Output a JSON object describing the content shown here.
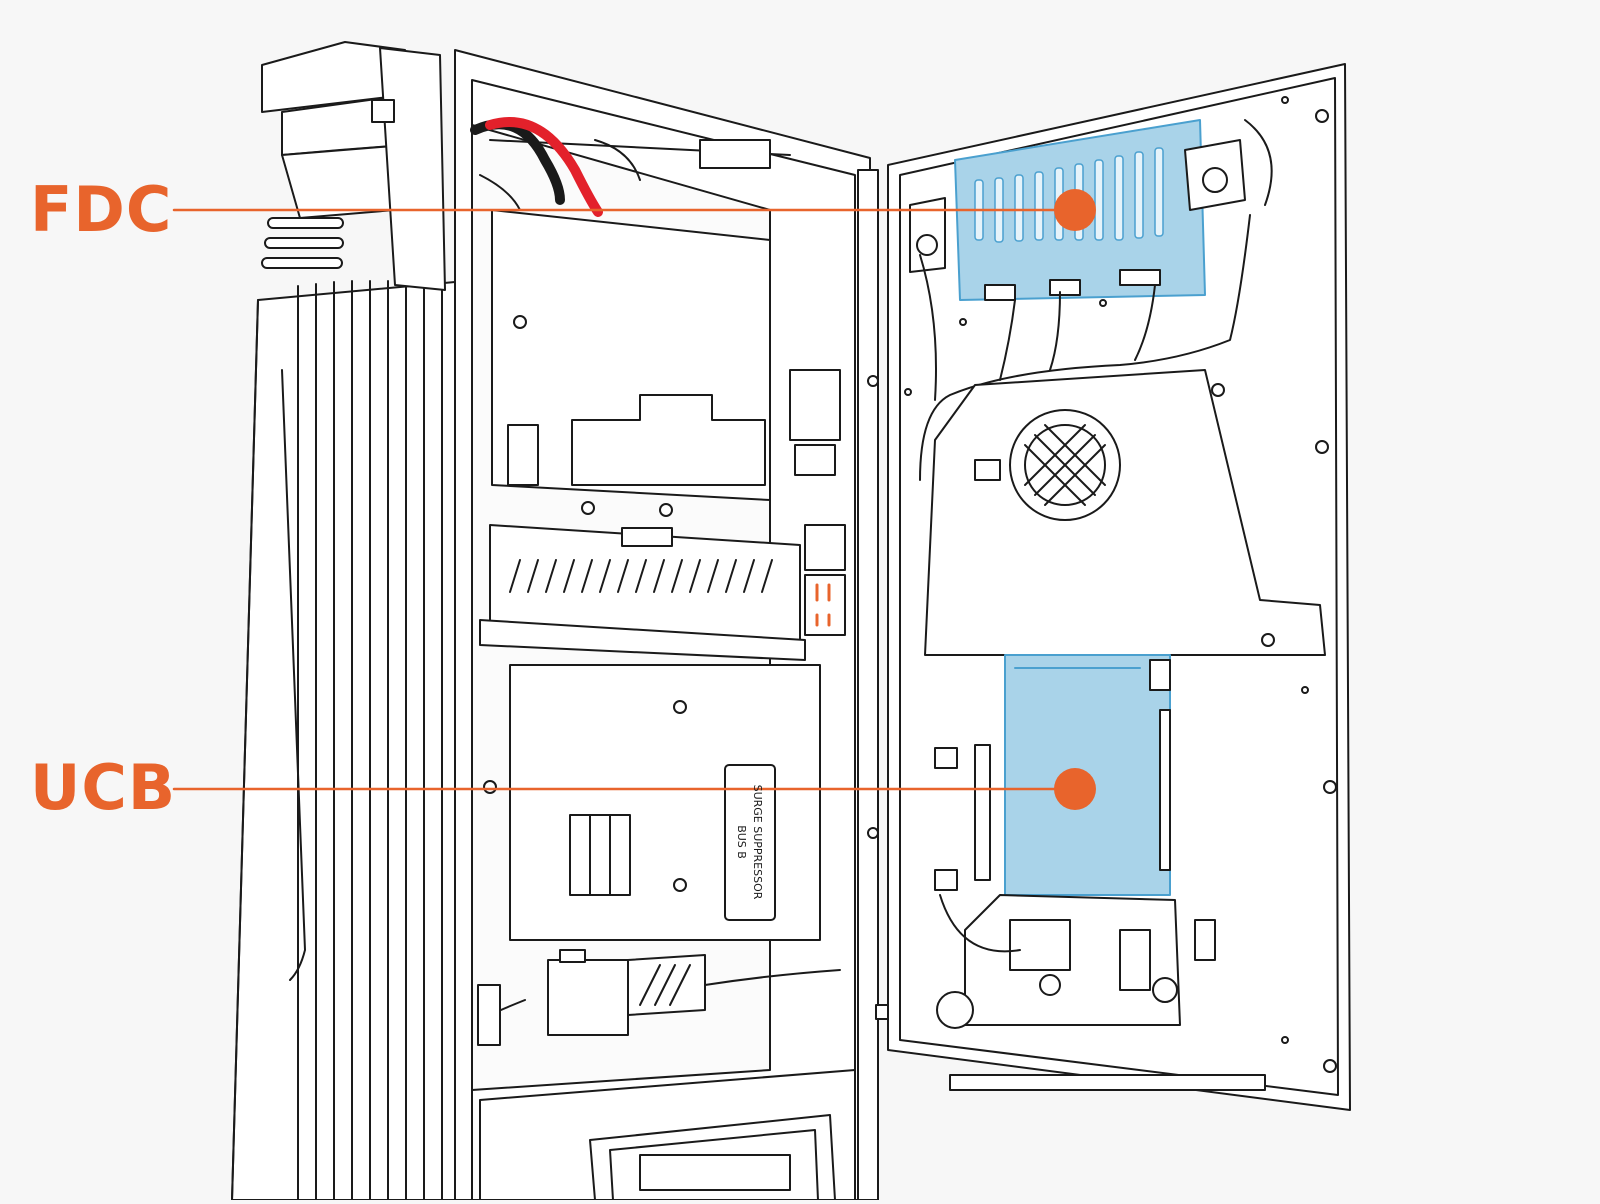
{
  "colors": {
    "accent": "#e8642c",
    "highlight_fill": "#a9d3e9",
    "highlight_stroke": "#4aa0cf",
    "line": "#1a1a1a",
    "panel_fill": "#ffffff",
    "background": "#f7f7f7"
  },
  "callouts": [
    {
      "id": "fdc",
      "label": "FDC",
      "icon": "callout-dot-icon"
    },
    {
      "id": "ucb",
      "label": "UCB",
      "icon": "callout-dot-icon"
    }
  ],
  "placard": {
    "line1": "SURGE SUPPRESSOR",
    "line2": "BUS B"
  }
}
